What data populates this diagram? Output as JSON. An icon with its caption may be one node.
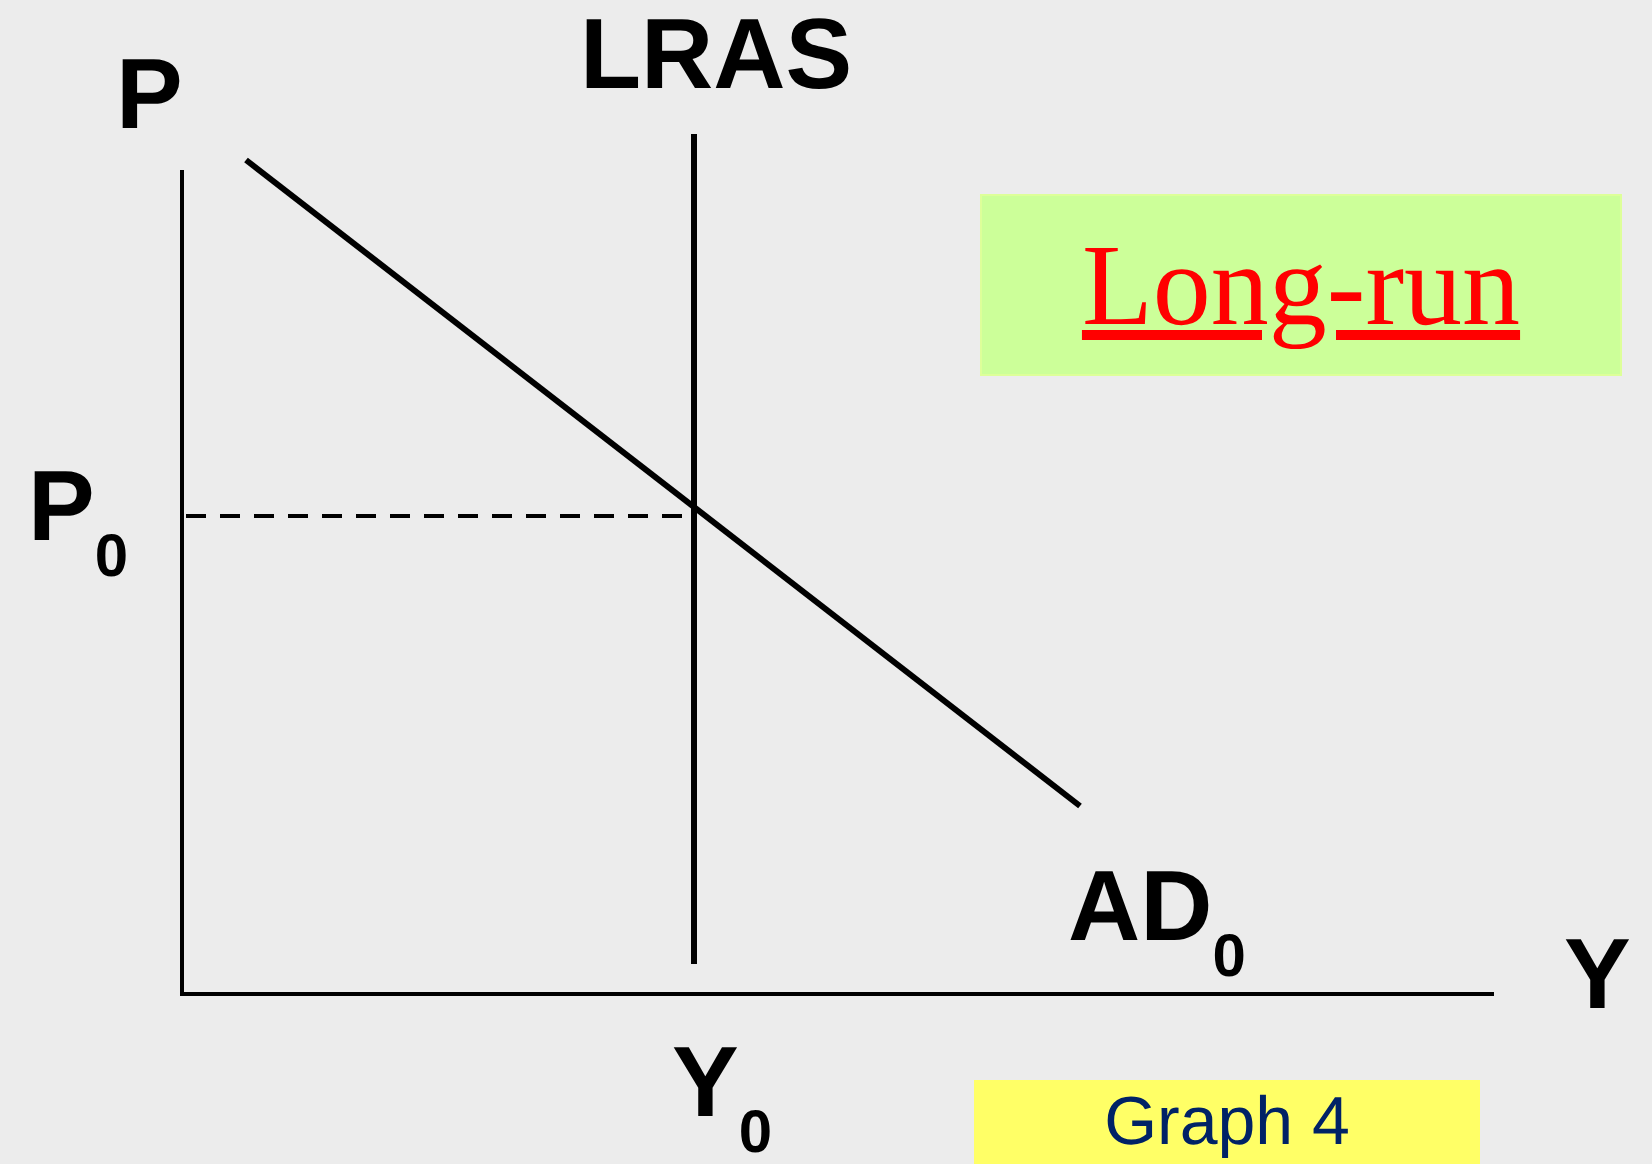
{
  "diagram": {
    "nodes": [
      {
        "text": [
          "Long-run"
        ]
      },
      {
        "text": [
          "Graph 4"
        ]
      }
    ],
    "labels": [
      "P",
      "LRAS",
      "P$_{0}$",
      "AD$_{0}$",
      "Y",
      "Y$_{0}$"
    ]
  }
}
